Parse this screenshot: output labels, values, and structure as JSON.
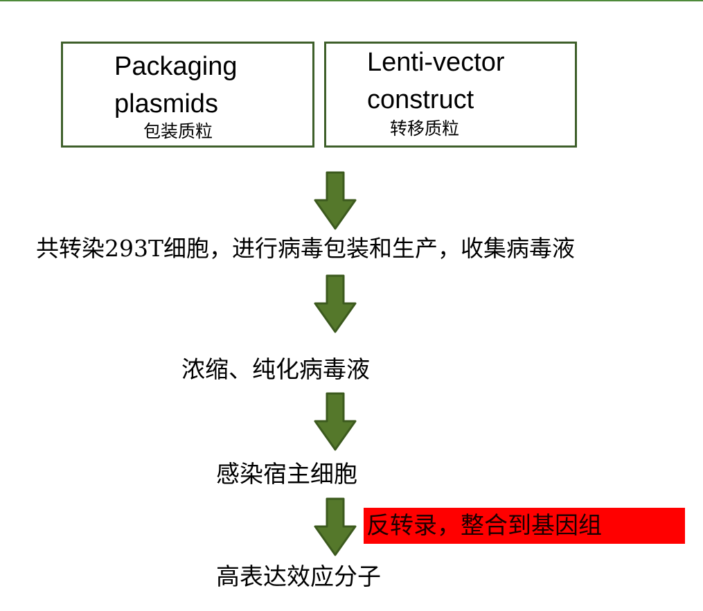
{
  "box_packaging": {
    "label_en_line1": "Packaging",
    "label_en_line2": "plasmids",
    "label_cn": "包装质粒"
  },
  "box_lenti": {
    "label_en_line1": "Lenti-vector",
    "label_en_line2": "construct",
    "label_cn": "转移质粒"
  },
  "steps": [
    "共转染293T细胞，进行病毒包装和生产，收集病毒液",
    "浓缩、纯化病毒液",
    "感染宿主细胞",
    "高表达效应分子"
  ],
  "note": "反转录，整合到基因组",
  "colors": {
    "arrow_fill": "#55782b",
    "arrow_stroke": "#3c5a1e",
    "box_border": "#3e5f2a",
    "note_bg": "#ff0000",
    "top_line": "#4e8a3a"
  }
}
